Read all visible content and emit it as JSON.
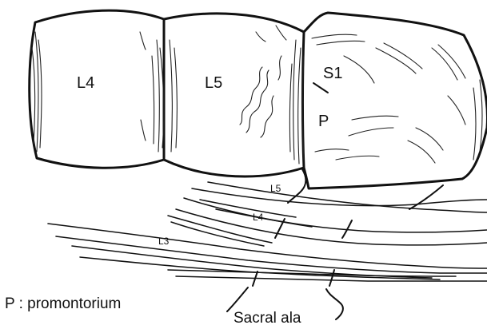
{
  "labels": {
    "vertebra_l4": "L4",
    "vertebra_l5": "L5",
    "sacrum_s1": "S1",
    "promontory_p": "P",
    "nerve_l5": "L5",
    "nerve_l4": "L4",
    "nerve_l3": "L3",
    "legend": "P : promontorium",
    "sacral_ala": "Sacral ala"
  }
}
